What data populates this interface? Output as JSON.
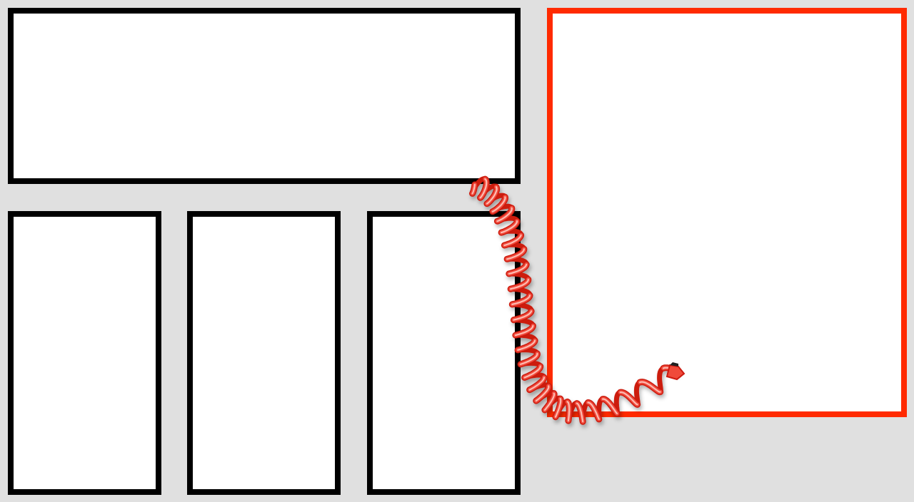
{
  "colors": {
    "background": "#e0e0e0",
    "panel_fill": "#ffffff",
    "panel_border": "#000000",
    "highlight_border": "#ff2a00",
    "coil_dark": "#cc1a10",
    "coil_mid": "#f04a3a",
    "coil_light": "#ffd0c8"
  },
  "panels": [
    {
      "id": "panel-top-wide",
      "highlighted": false
    },
    {
      "id": "panel-bottom-1",
      "highlighted": false
    },
    {
      "id": "panel-bottom-2",
      "highlighted": false
    },
    {
      "id": "panel-bottom-3",
      "highlighted": false
    },
    {
      "id": "panel-tall-right",
      "highlighted": true
    }
  ],
  "connector": {
    "style": "coiled-cord",
    "from_panel": "panel-top-wide",
    "to_panel": "panel-tall-right"
  }
}
